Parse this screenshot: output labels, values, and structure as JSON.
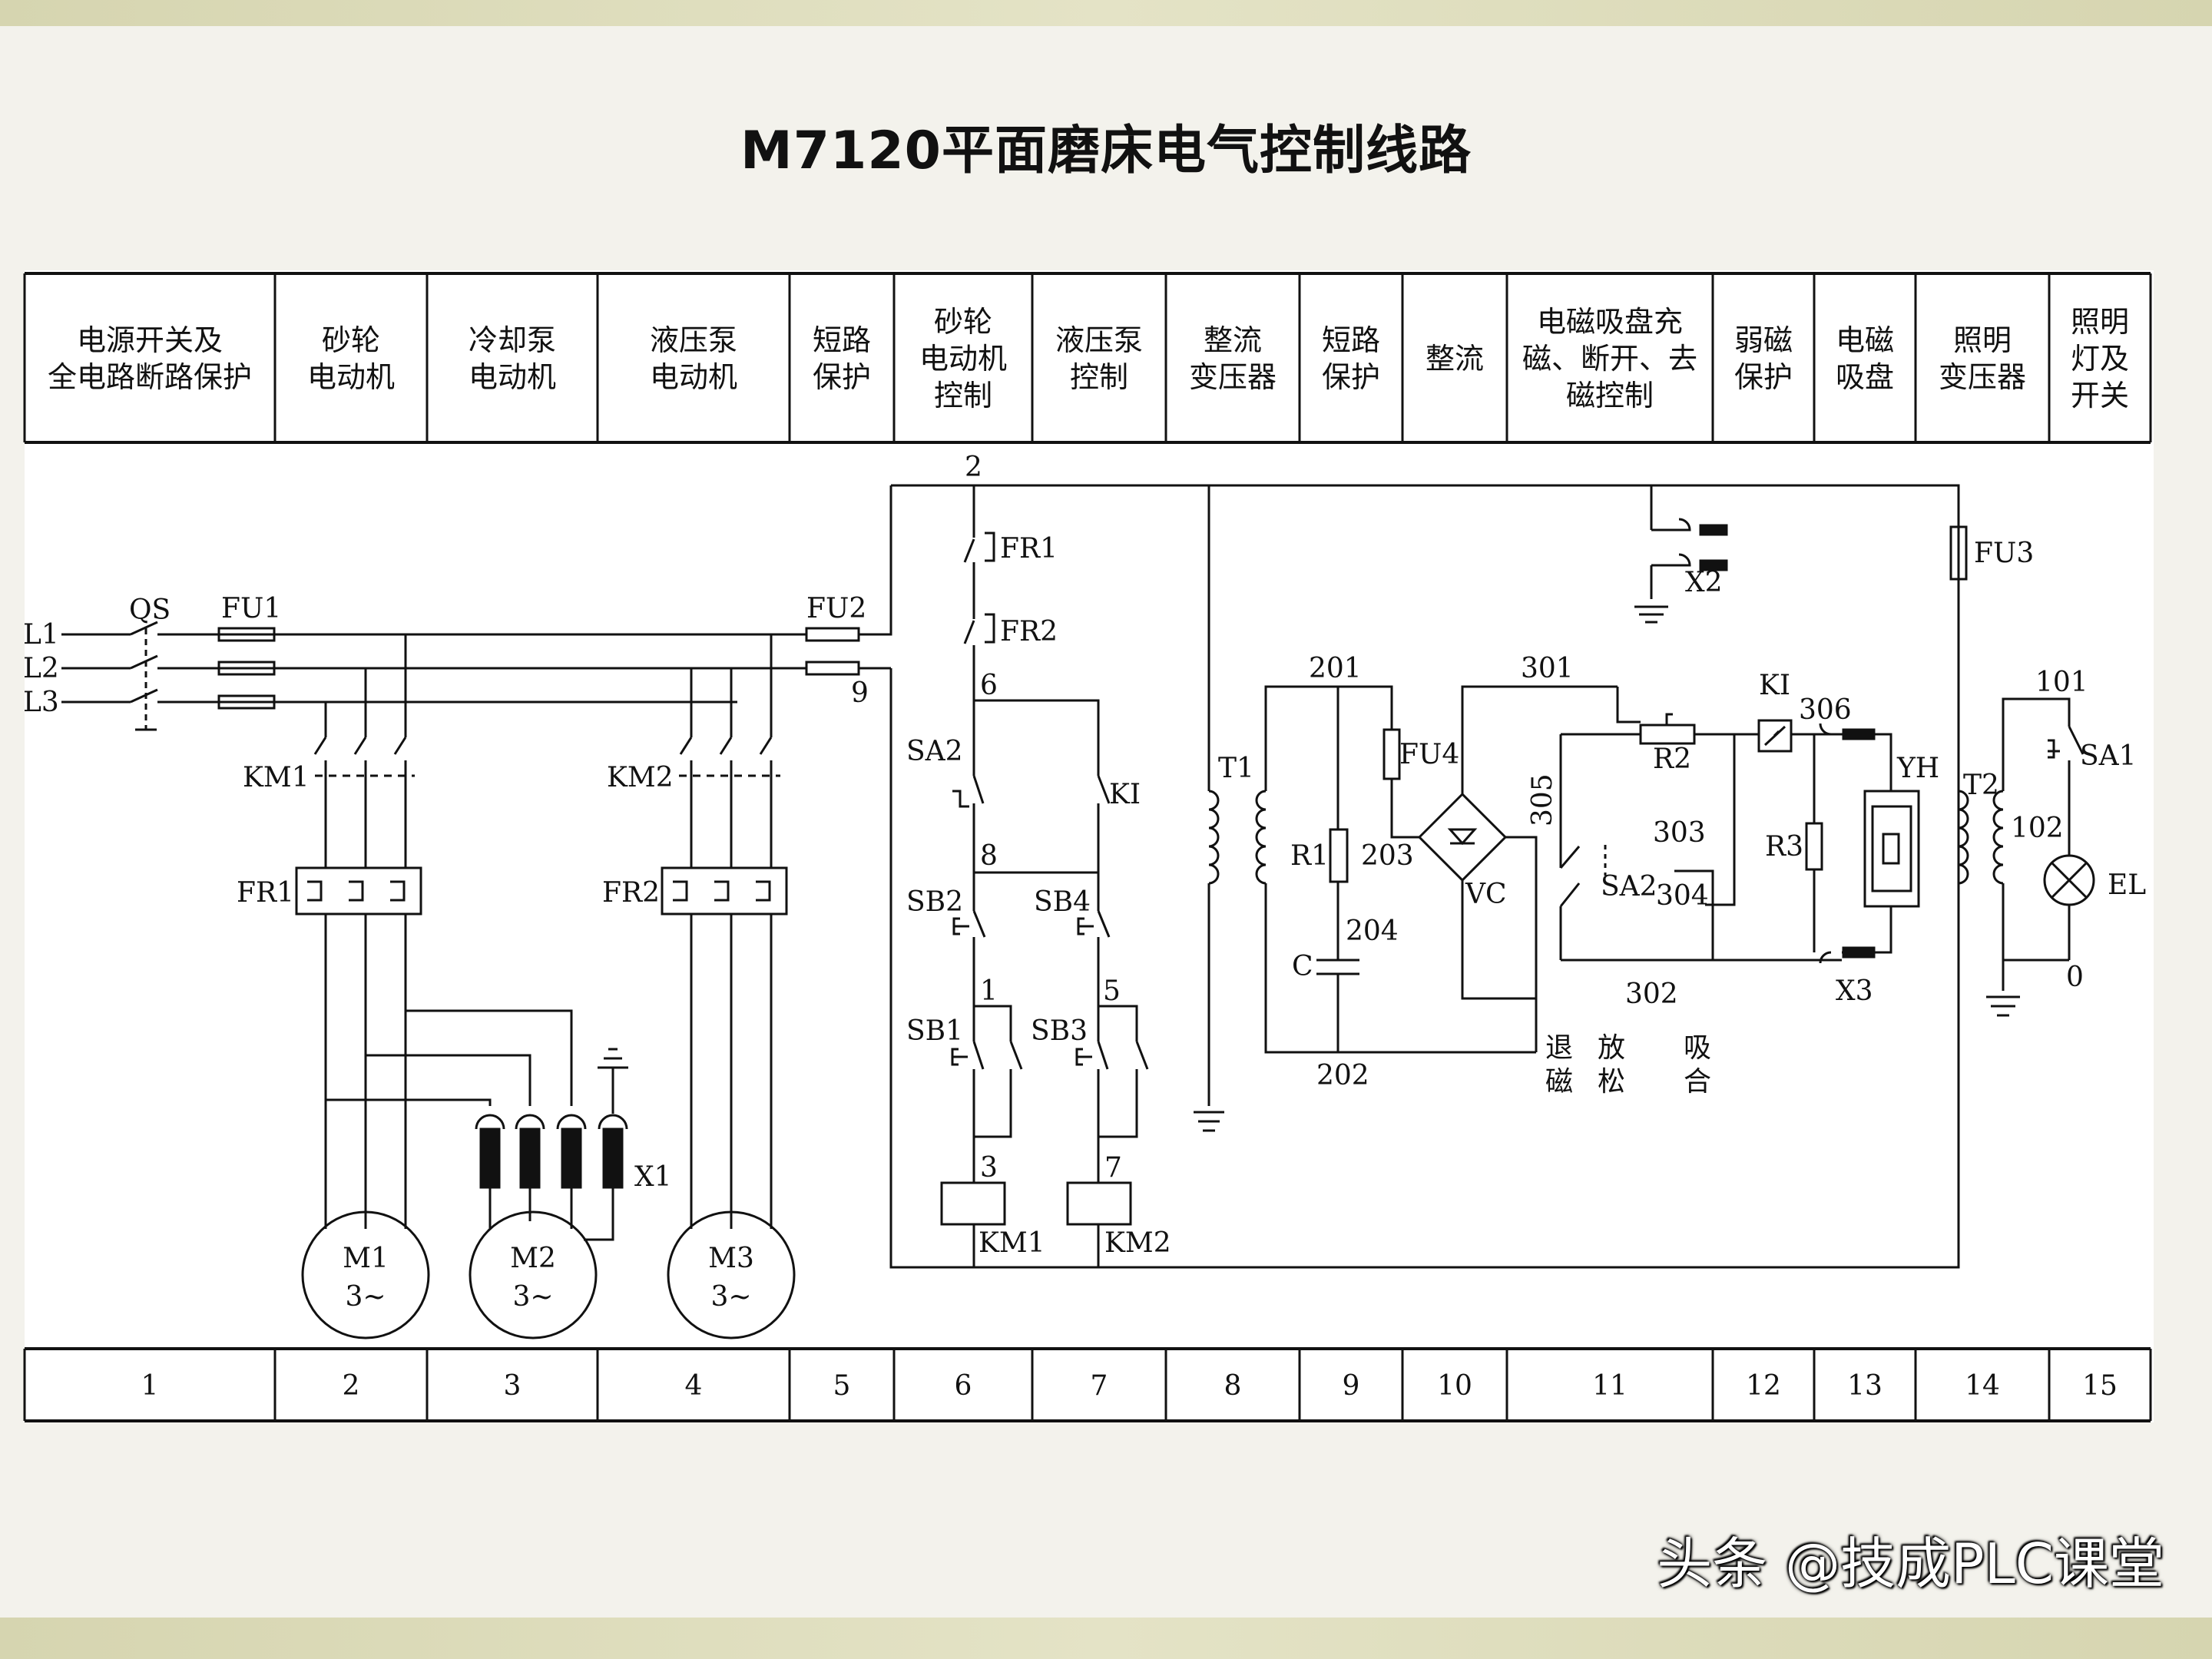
{
  "page_title": "M7120平面磨床电气控制线路",
  "watermark": "头条 @技成PLC课堂",
  "function_headers": [
    [
      "电源开关及",
      "全电路断路保护"
    ],
    [
      "砂轮",
      "电动机"
    ],
    [
      "冷却泵",
      "电动机"
    ],
    [
      "液压泵",
      "电动机"
    ],
    [
      "短路",
      "保护"
    ],
    [
      "砂轮",
      "电动机",
      "控制"
    ],
    [
      "液压泵",
      "控制"
    ],
    [
      "整流",
      "变压器"
    ],
    [
      "短路",
      "保护"
    ],
    [
      "整流"
    ],
    [
      "电磁吸盘充",
      "磁、断开、去",
      "磁控制"
    ],
    [
      "弱磁",
      "保护"
    ],
    [
      "电磁",
      "吸盘"
    ],
    [
      "照明",
      "变压器"
    ],
    [
      "照明",
      "灯及",
      "开关"
    ]
  ],
  "zone_numbers": [
    "1",
    "2",
    "3",
    "4",
    "5",
    "6",
    "7",
    "8",
    "9",
    "10",
    "11",
    "12",
    "13",
    "14",
    "15"
  ],
  "labels": {
    "l1": "L1",
    "l2": "L2",
    "l3": "L3",
    "qs": "QS",
    "fu1": "FU1",
    "fu2": "FU2",
    "fu3": "FU3",
    "fu4": "FU4",
    "km1": "KM1",
    "km2": "KM2",
    "fr1": "FR1",
    "fr2": "FR2",
    "m1": "M1",
    "m2": "M2",
    "m3": "M3",
    "three_phase": "3~",
    "x1": "X1",
    "x2": "X2",
    "x3": "X3",
    "sa1": "SA1",
    "sa2": "SA2",
    "ki": "KI",
    "sb1": "SB1",
    "sb2": "SB2",
    "sb3": "SB3",
    "sb4": "SB4",
    "t1": "T1",
    "t2": "T2",
    "r1": "R1",
    "r2": "R2",
    "r3": "R3",
    "c": "C",
    "vc": "VC",
    "yh": "YH",
    "el": "EL",
    "n2": "2",
    "n6": "6",
    "n8": "8",
    "n9": "9",
    "n1": "1",
    "n3": "3",
    "n5": "5",
    "n7": "7",
    "n201": "201",
    "n202": "202",
    "n203": "203",
    "n204": "204",
    "n301": "301",
    "n302": "302",
    "n303": "303",
    "n304": "304",
    "n305": "305",
    "n306": "306",
    "n101": "101",
    "n102": "102",
    "n0": "0",
    "pos_tui_1": "退",
    "pos_tui_2": "磁",
    "pos_fang_1": "放",
    "pos_fang_2": "松",
    "pos_xi_1": "吸",
    "pos_xi_2": "合"
  }
}
